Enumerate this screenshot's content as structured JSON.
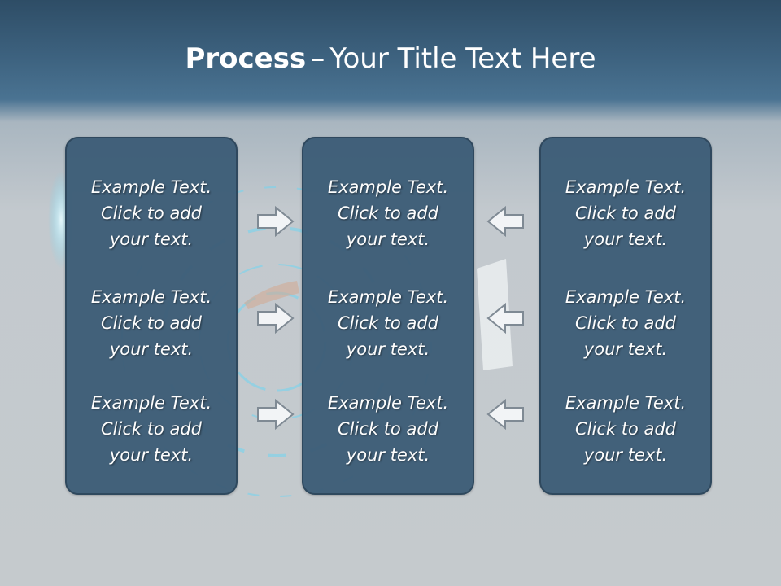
{
  "title": {
    "bold": "Process",
    "dash": "–",
    "rest": "Your Title Text Here"
  },
  "panels": {
    "left": {
      "items": [
        {
          "line1": "Example Text.",
          "line2": "Click  to add",
          "line3": "your text."
        },
        {
          "line1": "Example Text.",
          "line2": "Click  to add",
          "line3": "your text."
        },
        {
          "line1": "Example Text.",
          "line2": "Click  to add",
          "line3": "your text."
        }
      ]
    },
    "center": {
      "items": [
        {
          "line1": "Example Text.",
          "line2": "Click  to add",
          "line3": "your text."
        },
        {
          "line1": "Example Text.",
          "line2": "Click  to add",
          "line3": "your text."
        },
        {
          "line1": "Example Text.",
          "line2": "Click  to add",
          "line3": "your text."
        }
      ]
    },
    "right": {
      "items": [
        {
          "line1": "Example Text.",
          "line2": "Click  to add",
          "line3": "your text."
        },
        {
          "line1": "Example Text.",
          "line2": "Click  to add",
          "line3": "your text."
        },
        {
          "line1": "Example Text.",
          "line2": "Click  to add",
          "line3": "your text."
        }
      ]
    }
  },
  "arrows": {
    "left_to_center": "arrow-right-icon",
    "right_to_center": "arrow-left-icon"
  },
  "colors": {
    "panel": "#3e5e78",
    "panel_border": "#2b455b",
    "header": "#3d627f",
    "background": "#c5cacd",
    "glow": "#6fd6f2"
  }
}
